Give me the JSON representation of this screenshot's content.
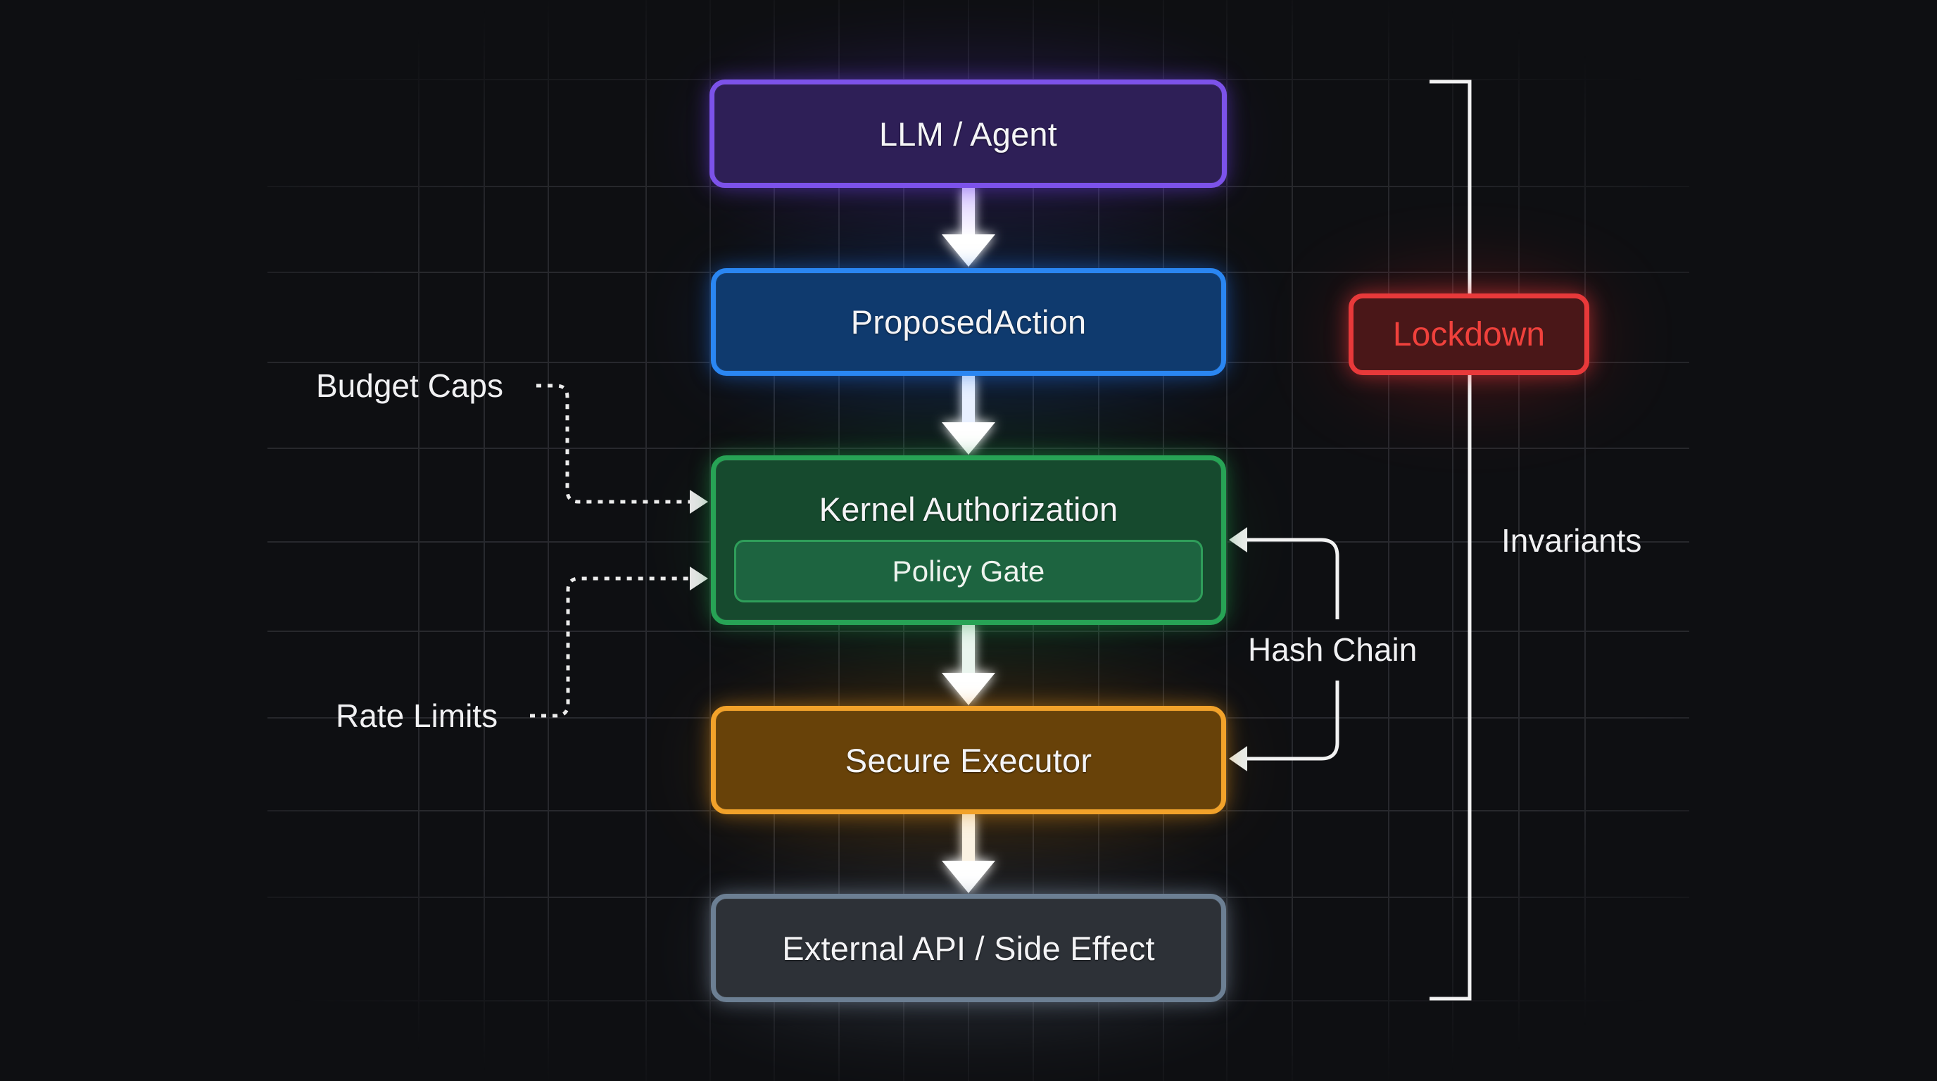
{
  "diagram": {
    "nodes": [
      {
        "id": "llm",
        "label": "LLM / Agent",
        "border": "#7c52ea",
        "fill": "#2e1f57",
        "glow": "#6b3fe0"
      },
      {
        "id": "proposed",
        "label": "ProposedAction",
        "border": "#2a86f2",
        "fill": "#0f3a6e",
        "glow": "#1f6fe0"
      },
      {
        "id": "kernel",
        "label": "Kernel Authorization",
        "border": "#27a355",
        "fill": "#164a2e",
        "glow": "#1f9a4a"
      },
      {
        "id": "executor",
        "label": "Secure Executor",
        "border": "#f2a22a",
        "fill": "#684209",
        "glow": "#e08f1a"
      },
      {
        "id": "external",
        "label": "External API / Side Effect",
        "border": "#6c7f93",
        "fill": "#2d3137",
        "glow": "#8a9bb0"
      }
    ],
    "sub_node": {
      "label": "Policy Gate",
      "border": "#2f9e5a",
      "fill": "#1d6440"
    },
    "lockdown": {
      "label": "Lockdown",
      "border": "#e8393a",
      "fill": "#4a1718",
      "text_color": "#f0413c"
    },
    "side_labels": {
      "budget_caps": "Budget Caps",
      "rate_limits": "Rate Limits",
      "hash_chain": "Hash Chain",
      "invariants": "Invariants"
    },
    "edges": [
      {
        "from": "llm",
        "to": "proposed",
        "style": "solid"
      },
      {
        "from": "proposed",
        "to": "kernel",
        "style": "solid"
      },
      {
        "from": "kernel",
        "to": "executor",
        "style": "solid"
      },
      {
        "from": "executor",
        "to": "external",
        "style": "solid"
      },
      {
        "from": "Budget Caps",
        "to": "kernel",
        "style": "dotted"
      },
      {
        "from": "Rate Limits",
        "to": "kernel",
        "style": "dotted"
      },
      {
        "from": "Hash Chain",
        "to": "kernel",
        "style": "solid"
      },
      {
        "from": "Hash Chain",
        "to": "executor",
        "style": "solid"
      }
    ],
    "bracket": {
      "label": "Invariants",
      "spans": [
        "llm",
        "external"
      ]
    }
  },
  "colors": {
    "background": "#0e0f12",
    "grid": "#2a2b30",
    "connector": "#f2f2f2"
  }
}
